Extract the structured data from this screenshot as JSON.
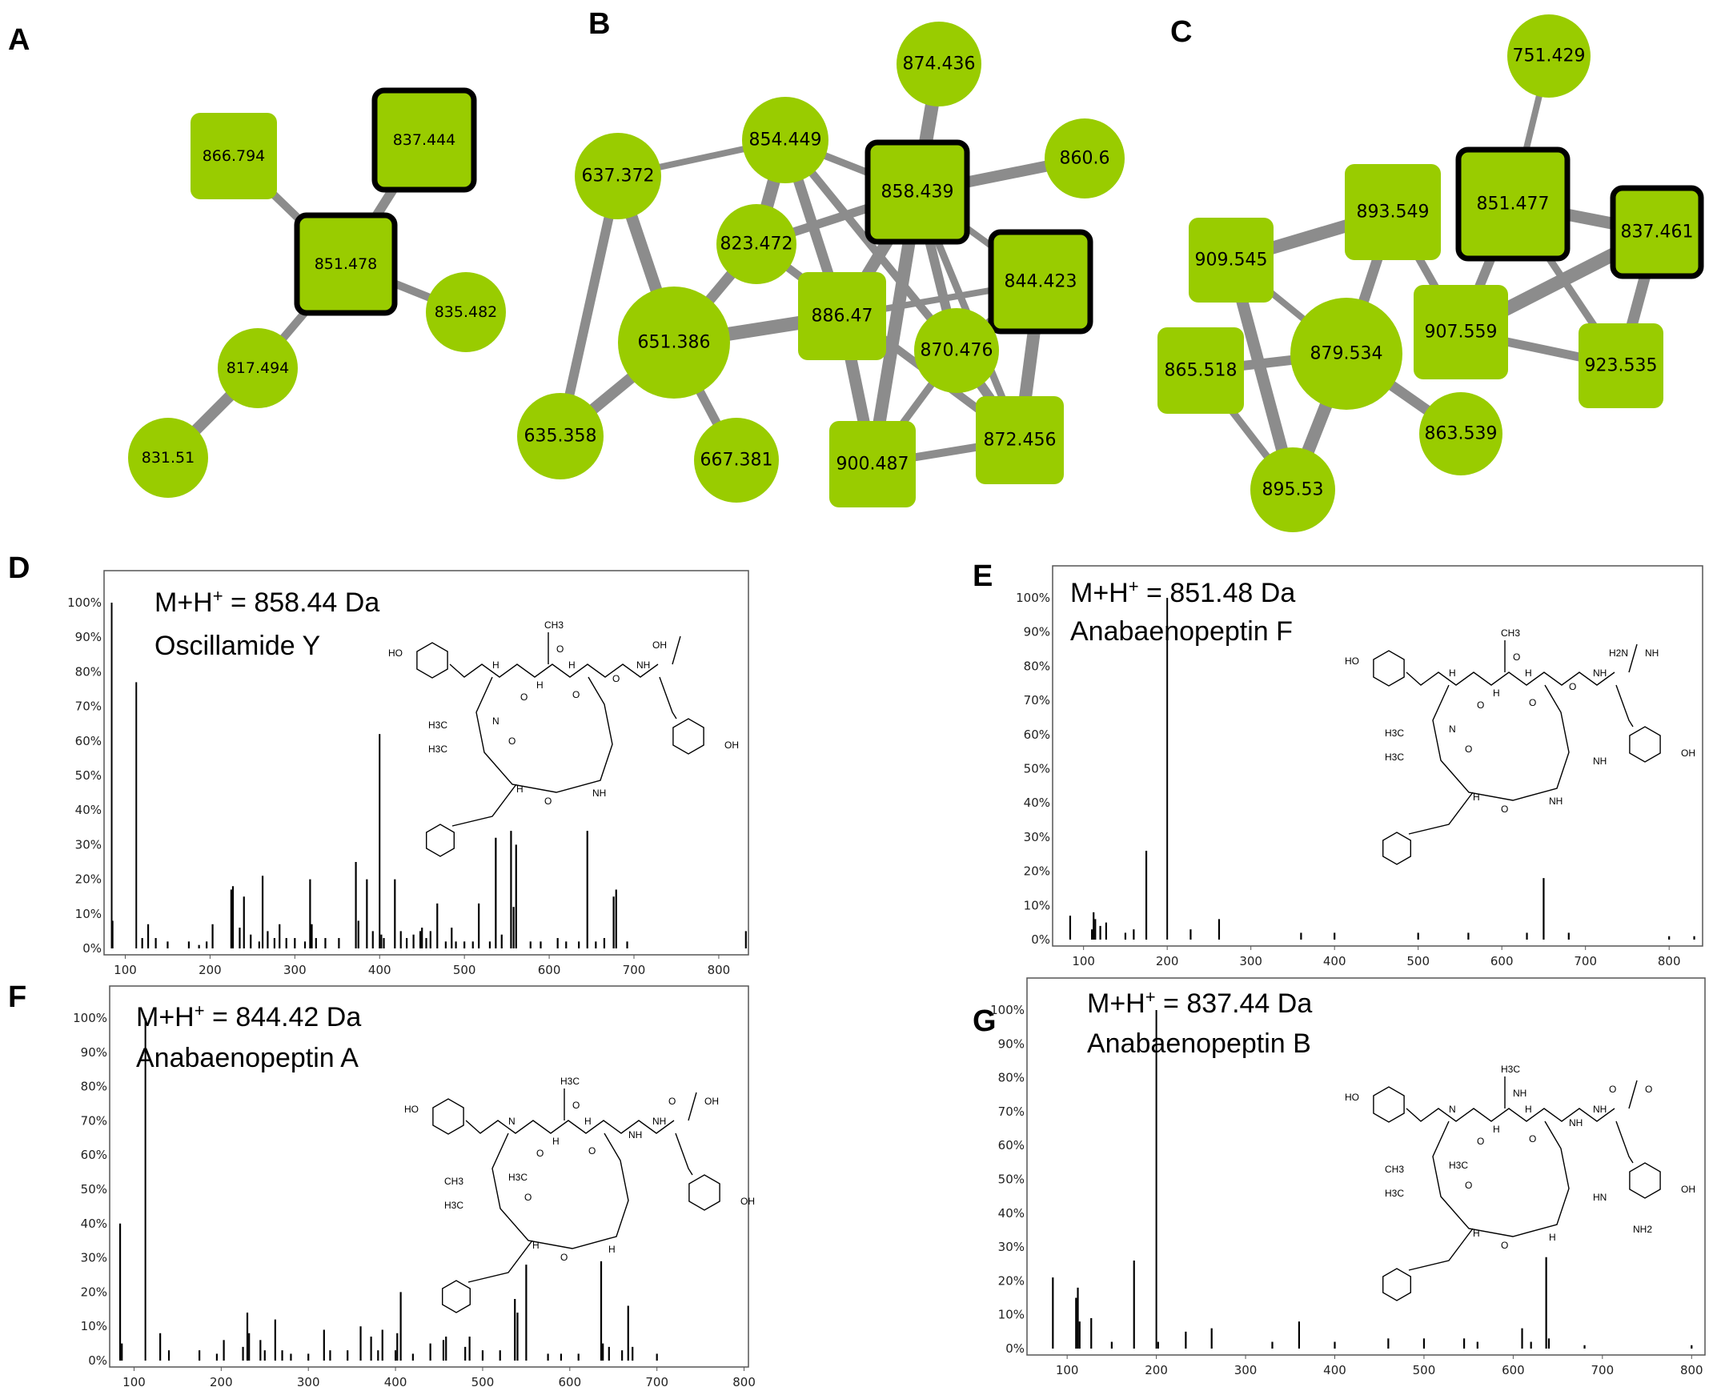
{
  "colors": {
    "node_fill": "#99cc00",
    "edge": "#8c8c8c",
    "highlight_border": "#000000",
    "bar": "#000000"
  },
  "icons": {
    "chemical_structure": "peptide-structure-drawing"
  },
  "networks": [
    {
      "panel": "A",
      "nodes": [
        {
          "id": "866.794",
          "shape": "square",
          "highlight": false
        },
        {
          "id": "837.444",
          "shape": "square",
          "highlight": true
        },
        {
          "id": "851.478",
          "shape": "square",
          "highlight": true
        },
        {
          "id": "835.482",
          "shape": "circle",
          "highlight": false
        },
        {
          "id": "817.494",
          "shape": "circle",
          "highlight": false
        },
        {
          "id": "831.51",
          "shape": "circle",
          "highlight": false
        }
      ],
      "edges": [
        [
          "866.794",
          "851.478"
        ],
        [
          "837.444",
          "851.478"
        ],
        [
          "851.478",
          "835.482"
        ],
        [
          "851.478",
          "817.494"
        ],
        [
          "817.494",
          "831.51"
        ]
      ]
    },
    {
      "panel": "B",
      "nodes": [
        {
          "id": "874.436",
          "shape": "circle",
          "highlight": false
        },
        {
          "id": "854.449",
          "shape": "circle",
          "highlight": false
        },
        {
          "id": "637.372",
          "shape": "circle",
          "highlight": false
        },
        {
          "id": "858.439",
          "shape": "square",
          "highlight": true
        },
        {
          "id": "860.6",
          "shape": "circle",
          "highlight": false
        },
        {
          "id": "823.472",
          "shape": "circle",
          "highlight": false
        },
        {
          "id": "844.423",
          "shape": "square",
          "highlight": true
        },
        {
          "id": "886.47",
          "shape": "square",
          "highlight": false
        },
        {
          "id": "651.386",
          "shape": "circle",
          "highlight": false
        },
        {
          "id": "870.476",
          "shape": "circle",
          "highlight": false
        },
        {
          "id": "635.358",
          "shape": "circle",
          "highlight": false
        },
        {
          "id": "667.381",
          "shape": "circle",
          "highlight": false
        },
        {
          "id": "900.487",
          "shape": "square",
          "highlight": false
        },
        {
          "id": "872.456",
          "shape": "square",
          "highlight": false
        }
      ],
      "edges": [
        [
          "637.372",
          "854.449"
        ],
        [
          "637.372",
          "651.386"
        ],
        [
          "637.372",
          "635.358"
        ],
        [
          "854.449",
          "858.439"
        ],
        [
          "854.449",
          "823.472"
        ],
        [
          "854.449",
          "886.47"
        ],
        [
          "854.449",
          "870.476"
        ],
        [
          "874.436",
          "858.439"
        ],
        [
          "858.439",
          "860.6"
        ],
        [
          "858.439",
          "823.472"
        ],
        [
          "858.439",
          "844.423"
        ],
        [
          "858.439",
          "886.47"
        ],
        [
          "858.439",
          "870.476"
        ],
        [
          "858.439",
          "872.456"
        ],
        [
          "858.439",
          "900.487"
        ],
        [
          "823.472",
          "651.386"
        ],
        [
          "823.472",
          "872.456"
        ],
        [
          "651.386",
          "886.47"
        ],
        [
          "651.386",
          "635.358"
        ],
        [
          "651.386",
          "667.381"
        ],
        [
          "886.47",
          "844.423"
        ],
        [
          "886.47",
          "900.487"
        ],
        [
          "870.476",
          "872.456"
        ],
        [
          "870.476",
          "900.487"
        ],
        [
          "844.423",
          "872.456"
        ],
        [
          "844.423",
          "870.476"
        ],
        [
          "900.487",
          "872.456"
        ]
      ]
    },
    {
      "panel": "C",
      "nodes": [
        {
          "id": "751.429",
          "shape": "circle",
          "highlight": false
        },
        {
          "id": "893.549",
          "shape": "square",
          "highlight": false
        },
        {
          "id": "851.477",
          "shape": "square",
          "highlight": true
        },
        {
          "id": "837.461",
          "shape": "square",
          "highlight": true
        },
        {
          "id": "909.545",
          "shape": "square",
          "highlight": false
        },
        {
          "id": "907.559",
          "shape": "square",
          "highlight": false
        },
        {
          "id": "865.518",
          "shape": "square",
          "highlight": false
        },
        {
          "id": "879.534",
          "shape": "circle",
          "highlight": false
        },
        {
          "id": "923.535",
          "shape": "square",
          "highlight": false
        },
        {
          "id": "863.539",
          "shape": "circle",
          "highlight": false
        },
        {
          "id": "895.53",
          "shape": "circle",
          "highlight": false
        }
      ],
      "edges": [
        [
          "751.429",
          "851.477"
        ],
        [
          "851.477",
          "837.461"
        ],
        [
          "851.477",
          "907.559"
        ],
        [
          "851.477",
          "923.535"
        ],
        [
          "893.549",
          "909.545"
        ],
        [
          "893.549",
          "879.534"
        ],
        [
          "893.549",
          "907.559"
        ],
        [
          "837.461",
          "907.559"
        ],
        [
          "837.461",
          "923.535"
        ],
        [
          "907.559",
          "923.535"
        ],
        [
          "909.545",
          "879.534"
        ],
        [
          "909.545",
          "895.53"
        ],
        [
          "865.518",
          "879.534"
        ],
        [
          "865.518",
          "895.53"
        ],
        [
          "879.534",
          "895.53"
        ],
        [
          "879.534",
          "863.539"
        ]
      ]
    }
  ],
  "chart_data": [
    {
      "panel": "D",
      "type": "bar",
      "title_line1": "M+H",
      "title_sup": "+",
      "title_rest": " = 858.44 Da",
      "compound": "Oscillamide Y",
      "xlim": [
        75,
        835
      ],
      "ylim": [
        0,
        100
      ],
      "x_ticks": [
        100,
        200,
        300,
        400,
        500,
        600,
        700,
        800
      ],
      "y_ticks": [
        "0%",
        "10%",
        "20%",
        "30%",
        "40%",
        "50%",
        "60%",
        "70%",
        "80%",
        "90%",
        "100%"
      ],
      "structure_labels": [
        "HO",
        "OH",
        "CH3",
        "H3C",
        "H3C",
        "N",
        "H",
        "H",
        "H",
        "H",
        "NH",
        "NH",
        "O",
        "O",
        "O",
        "O",
        "O",
        "O",
        "OH"
      ],
      "peaks": [
        [
          84,
          100
        ],
        [
          85,
          8
        ],
        [
          113,
          77
        ],
        [
          120,
          3
        ],
        [
          127,
          7
        ],
        [
          136,
          3
        ],
        [
          150,
          2
        ],
        [
          175,
          2
        ],
        [
          187,
          1
        ],
        [
          196,
          2
        ],
        [
          203,
          7
        ],
        [
          225,
          17
        ],
        [
          227,
          18
        ],
        [
          235,
          6
        ],
        [
          240,
          15
        ],
        [
          248,
          4
        ],
        [
          258,
          2
        ],
        [
          262,
          21
        ],
        [
          268,
          5
        ],
        [
          276,
          3
        ],
        [
          282,
          7
        ],
        [
          290,
          3
        ],
        [
          300,
          3
        ],
        [
          312,
          2
        ],
        [
          318,
          20
        ],
        [
          320,
          7
        ],
        [
          325,
          3
        ],
        [
          336,
          3
        ],
        [
          352,
          3
        ],
        [
          372,
          25
        ],
        [
          375,
          8
        ],
        [
          385,
          20
        ],
        [
          392,
          5
        ],
        [
          400,
          62
        ],
        [
          402,
          4
        ],
        [
          405,
          3
        ],
        [
          418,
          20
        ],
        [
          425,
          5
        ],
        [
          432,
          3
        ],
        [
          440,
          4
        ],
        [
          448,
          5
        ],
        [
          450,
          6
        ],
        [
          455,
          3
        ],
        [
          460,
          5
        ],
        [
          468,
          13
        ],
        [
          478,
          2
        ],
        [
          485,
          6
        ],
        [
          490,
          2
        ],
        [
          500,
          2
        ],
        [
          510,
          2
        ],
        [
          517,
          13
        ],
        [
          530,
          2
        ],
        [
          537,
          32
        ],
        [
          544,
          4
        ],
        [
          555,
          34
        ],
        [
          558,
          12
        ],
        [
          561,
          30
        ],
        [
          578,
          2
        ],
        [
          590,
          2
        ],
        [
          610,
          3
        ],
        [
          620,
          2
        ],
        [
          635,
          2
        ],
        [
          645,
          34
        ],
        [
          655,
          2
        ],
        [
          665,
          3
        ],
        [
          676,
          15
        ],
        [
          679,
          17
        ],
        [
          692,
          2
        ],
        [
          832,
          5
        ]
      ]
    },
    {
      "panel": "E",
      "type": "bar",
      "title_line1": "M+H",
      "title_sup": "+",
      "title_rest": " = 851.48 Da",
      "compound": "Anabaenopeptin F",
      "xlim": [
        63,
        840
      ],
      "ylim": [
        0,
        100
      ],
      "x_ticks": [
        100,
        200,
        300,
        400,
        500,
        600,
        700,
        800
      ],
      "y_ticks": [
        "0%",
        "10%",
        "20%",
        "30%",
        "40%",
        "50%",
        "60%",
        "70%",
        "80%",
        "90%",
        "100%"
      ],
      "structure_labels": [
        "HO",
        "OH",
        "CH3",
        "H3C",
        "H3C",
        "N",
        "H",
        "H",
        "H",
        "H",
        "NH",
        "NH",
        "O",
        "O",
        "O",
        "O",
        "O",
        "O",
        "H2N",
        "NH",
        "NH"
      ],
      "peaks": [
        [
          84,
          7
        ],
        [
          110,
          3
        ],
        [
          112,
          8
        ],
        [
          114,
          6
        ],
        [
          120,
          4
        ],
        [
          127,
          5
        ],
        [
          150,
          2
        ],
        [
          160,
          3
        ],
        [
          175,
          26
        ],
        [
          200,
          100
        ],
        [
          228,
          3
        ],
        [
          262,
          6
        ],
        [
          360,
          2
        ],
        [
          400,
          2
        ],
        [
          500,
          2
        ],
        [
          560,
          2
        ],
        [
          630,
          2
        ],
        [
          650,
          18
        ],
        [
          680,
          2
        ],
        [
          800,
          1
        ],
        [
          830,
          1
        ]
      ]
    },
    {
      "panel": "F",
      "type": "bar",
      "title_line1": "M+H",
      "title_sup": "+",
      "title_rest": " = 844.42 Da",
      "compound": "Anabaenopeptin A",
      "xlim": [
        72,
        805
      ],
      "ylim": [
        0,
        100
      ],
      "x_ticks": [
        100,
        200,
        300,
        400,
        500,
        600,
        700,
        800
      ],
      "y_ticks": [
        "0%",
        "10%",
        "20%",
        "30%",
        "40%",
        "50%",
        "60%",
        "70%",
        "80%",
        "90%",
        "100%"
      ],
      "structure_labels": [
        "HO",
        "OH",
        "H3C",
        "CH3",
        "H3C",
        "H3C",
        "N",
        "H",
        "H",
        "H",
        "H",
        "NH",
        "NH",
        "O",
        "O",
        "O",
        "O",
        "O",
        "O",
        "OH"
      ],
      "peaks": [
        [
          84,
          40
        ],
        [
          86,
          5
        ],
        [
          113,
          100
        ],
        [
          130,
          8
        ],
        [
          140,
          3
        ],
        [
          175,
          3
        ],
        [
          195,
          2
        ],
        [
          203,
          6
        ],
        [
          225,
          4
        ],
        [
          230,
          14
        ],
        [
          232,
          8
        ],
        [
          245,
          6
        ],
        [
          250,
          3
        ],
        [
          262,
          12
        ],
        [
          270,
          3
        ],
        [
          280,
          2
        ],
        [
          300,
          2
        ],
        [
          318,
          9
        ],
        [
          325,
          3
        ],
        [
          345,
          3
        ],
        [
          360,
          10
        ],
        [
          372,
          7
        ],
        [
          380,
          3
        ],
        [
          385,
          9
        ],
        [
          400,
          3
        ],
        [
          402,
          8
        ],
        [
          406,
          20
        ],
        [
          420,
          2
        ],
        [
          440,
          5
        ],
        [
          455,
          6
        ],
        [
          458,
          7
        ],
        [
          480,
          4
        ],
        [
          485,
          7
        ],
        [
          500,
          3
        ],
        [
          520,
          3
        ],
        [
          537,
          18
        ],
        [
          540,
          14
        ],
        [
          550,
          28
        ],
        [
          575,
          2
        ],
        [
          590,
          2
        ],
        [
          610,
          2
        ],
        [
          636,
          29
        ],
        [
          638,
          5
        ],
        [
          645,
          4
        ],
        [
          660,
          3
        ],
        [
          667,
          16
        ],
        [
          672,
          4
        ],
        [
          700,
          2
        ]
      ]
    },
    {
      "panel": "G",
      "type": "bar",
      "title_line1": "M+H",
      "title_sup": "+",
      "title_rest": " = 837.44 Da",
      "compound": "Anabaenopeptin B",
      "xlim": [
        55,
        815
      ],
      "ylim": [
        0,
        100
      ],
      "x_ticks": [
        100,
        200,
        300,
        400,
        500,
        600,
        700,
        800
      ],
      "y_ticks": [
        "0%",
        "10%",
        "20%",
        "30%",
        "40%",
        "50%",
        "60%",
        "70%",
        "80%",
        "90%",
        "100%"
      ],
      "structure_labels": [
        "HO",
        "OH",
        "H3C",
        "CH3",
        "H3C",
        "H3C",
        "N",
        "H",
        "H",
        "H",
        "H",
        "NH",
        "NH",
        "NH",
        "O",
        "O",
        "O",
        "O",
        "O",
        "O",
        "HN",
        "NH2"
      ],
      "peaks": [
        [
          84,
          21
        ],
        [
          110,
          15
        ],
        [
          112,
          18
        ],
        [
          114,
          8
        ],
        [
          127,
          9
        ],
        [
          150,
          2
        ],
        [
          175,
          26
        ],
        [
          200,
          100
        ],
        [
          202,
          2
        ],
        [
          233,
          5
        ],
        [
          262,
          6
        ],
        [
          330,
          2
        ],
        [
          360,
          8
        ],
        [
          400,
          2
        ],
        [
          460,
          3
        ],
        [
          500,
          3
        ],
        [
          545,
          3
        ],
        [
          560,
          2
        ],
        [
          610,
          6
        ],
        [
          620,
          2
        ],
        [
          637,
          27
        ],
        [
          640,
          3
        ],
        [
          680,
          1
        ],
        [
          800,
          1
        ]
      ]
    }
  ]
}
